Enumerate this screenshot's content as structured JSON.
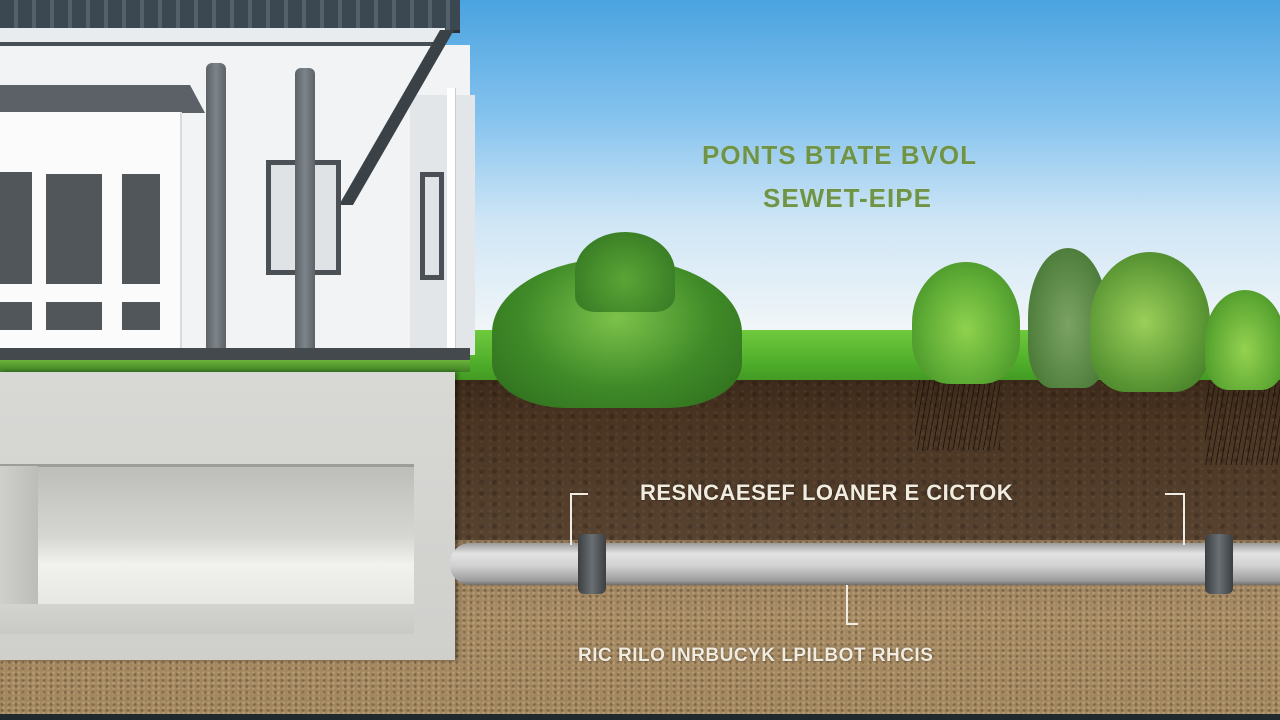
{
  "diagram": {
    "title_line_1": "PONTS BTATE BVOL",
    "title_line_2": "SEWET-EIPE",
    "pipe_label_top": "RESNCAESEF LOANER E CICTOK",
    "pipe_label_bottom": "RIC RILO INRBUCYK LPILBOT RHCIS",
    "components": [
      "house",
      "concrete-foundation-tank",
      "sewer-pipe",
      "pipe-couplings",
      "lawn",
      "shrubs",
      "topsoil-layer",
      "subsoil-layer"
    ],
    "colors": {
      "title_text": "#6f9448",
      "label_text": "#f1ece0",
      "topsoil": "#4a3422",
      "subsoil": "#a68a63",
      "pipe": "#d0d0d0",
      "coupling": "#4a4e52",
      "concrete": "#d4d4d1",
      "lawn": "#4fae2a"
    }
  }
}
